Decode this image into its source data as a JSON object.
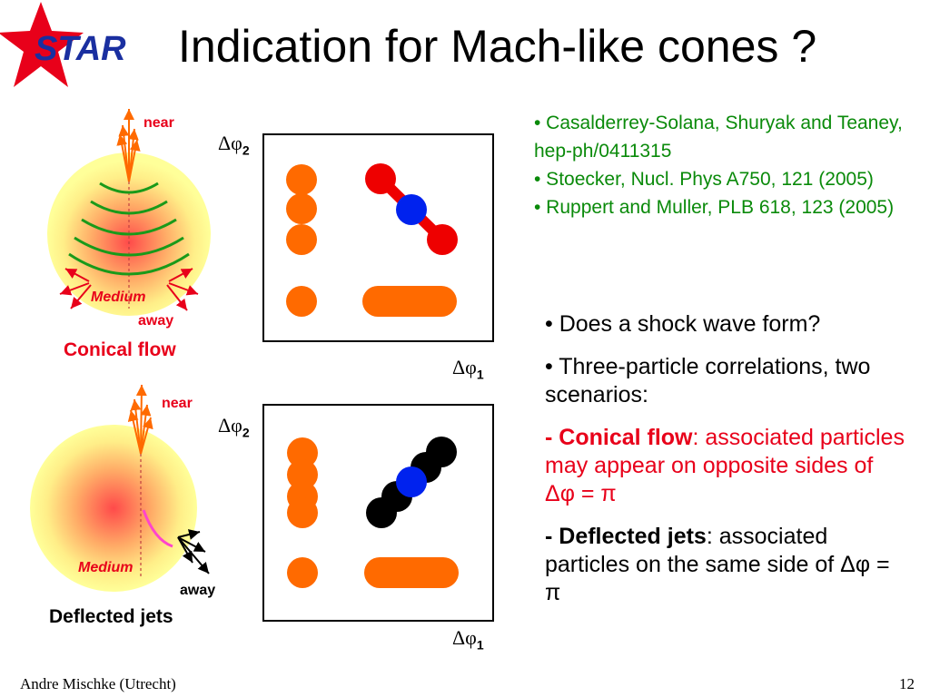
{
  "logo": {
    "text": "STAR"
  },
  "title": "Indication for Mach-like cones ?",
  "references": [
    "• Casalderrey-Solana, Shuryak and Teaney, hep-ph/0411315",
    "• Stoecker, Nucl. Phys A750, 121 (2005)",
    "• Ruppert and Muller, PLB 618, 123 (2005)"
  ],
  "bullets": {
    "b1": "• Does a shock wave form?",
    "b2": "• Three-particle correlations, two scenarios:",
    "b3_bold": "- Conical flow",
    "b3_rest": ": associated particles may appear on opposite sides of Δφ = π",
    "b4_bold": "- Deflected jets",
    "b4_rest": ": associated particles on the same side of Δφ = π"
  },
  "diagram_top": {
    "near": "near",
    "medium": "Medium",
    "away": "away",
    "caption": "Conical flow"
  },
  "diagram_bottom": {
    "near": "near",
    "medium": "Medium",
    "away": "away",
    "caption": "Deflected jets"
  },
  "axes": {
    "y_symbol": "Δφ",
    "y_sub": "2",
    "x_symbol": "Δφ",
    "x_sub": "1"
  },
  "colors": {
    "orange": "#ff6a00",
    "red": "#ee0000",
    "blue": "#0022ee",
    "black": "#000000",
    "green": "#0a8a0a"
  },
  "footer": {
    "author": "Andre Mischke (Utrecht)",
    "page": "12"
  }
}
